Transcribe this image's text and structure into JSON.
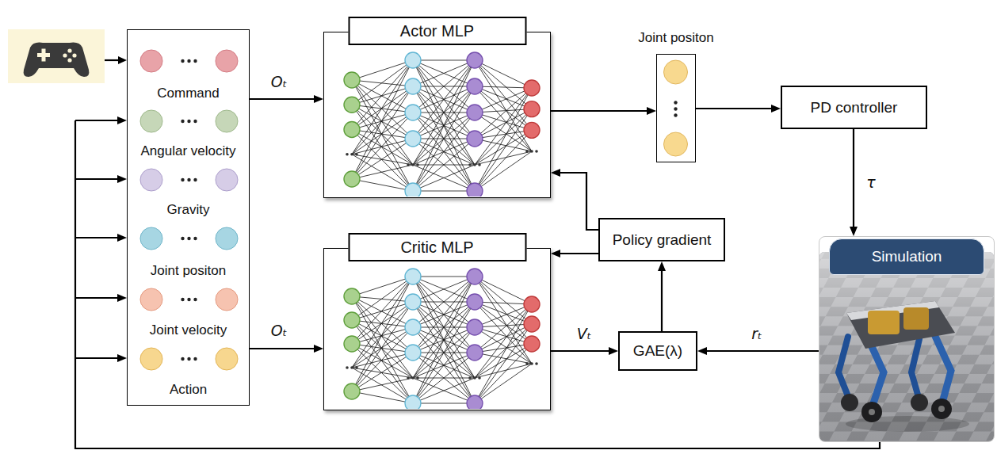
{
  "diagram": {
    "nodes": [
      {
        "text": [
          "Command",
          "Angular velocity",
          "Gravity",
          "Joint positon",
          "Joint velocity",
          "Action"
        ]
      },
      {
        "text": [
          "Actor MLP"
        ]
      },
      {
        "text": [
          "Critic MLP"
        ]
      },
      {
        "text": [
          "Joint positon"
        ]
      },
      {
        "text": [
          "PD controller"
        ]
      },
      {
        "text": [
          "Policy gradient"
        ]
      },
      {
        "text": [
          "GAE(λ)"
        ]
      },
      {
        "text": [
          "Simulation"
        ]
      }
    ],
    "edges": [
      {
        "from": 0,
        "to": 1,
        "label": "Oₜ",
        "arrow": "to"
      },
      {
        "from": 0,
        "to": 2,
        "label": "Oₜ",
        "arrow": "to"
      },
      {
        "from": 1,
        "to": 3,
        "arrow": "to"
      },
      {
        "from": 3,
        "to": 4,
        "arrow": "to"
      },
      {
        "from": 4,
        "to": 7,
        "label": "τ",
        "arrow": "to"
      },
      {
        "from": 2,
        "to": 6,
        "label": "Vₜ",
        "arrow": "to"
      },
      {
        "from": 7,
        "to": 6,
        "label": "rₜ",
        "arrow": "to"
      },
      {
        "from": 6,
        "to": 5,
        "arrow": "to"
      },
      {
        "from": 5,
        "to": 1,
        "arrow": "to"
      },
      {
        "from": 5,
        "to": 2,
        "arrow": "to"
      },
      {
        "from": 7,
        "to": 0,
        "arrow": "to"
      }
    ]
  }
}
